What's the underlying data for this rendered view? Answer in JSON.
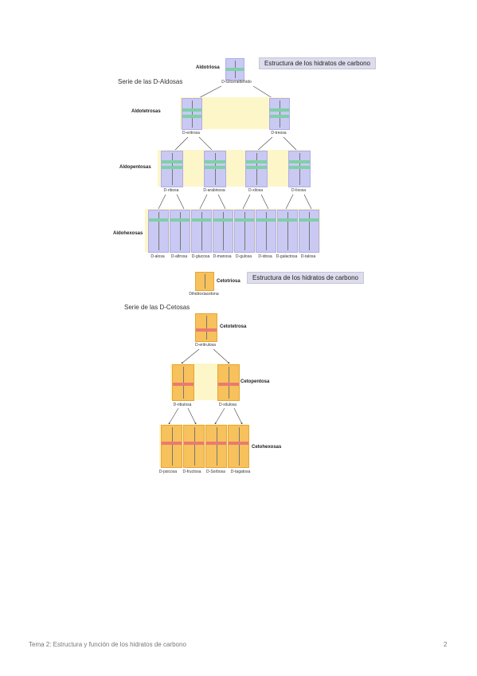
{
  "aldoses": {
    "header": "Estructura de los hidratos de carbono",
    "series_title": "Serie de las D-Aldosas",
    "rows": {
      "triose": "Aldotriosa",
      "tetrose": "Aldotetrosas",
      "pentose": "Aldopentosas",
      "hexose": "Aldohexosas"
    },
    "names": {
      "triose": [
        "D-Gliceraldehído"
      ],
      "tetrose": [
        "D-eritrosa",
        "D-treosa"
      ],
      "pentose": [
        "D-ribosa",
        "D-arabinosa",
        "D-xilosa",
        "D-lixosa"
      ],
      "hexose": [
        "D-alosa",
        "D-altrosa",
        "D-glucosa",
        "D-manosa",
        "D-gulosa",
        "D-idosa",
        "D-galactosa",
        "D-talosa"
      ]
    }
  },
  "ketoses": {
    "header": "Estructura de los hidratos de carbono",
    "series_title": "Serie de las D-Cetosas",
    "rows": {
      "triose": "Cetotriosa",
      "tetrose": "Cetotetrosa",
      "pentose": "Cetopentosa",
      "hexose": "Cetohexosas"
    },
    "names": {
      "triose": [
        "Dihidroxiacetona"
      ],
      "tetrose": [
        "D-eritrulosa"
      ],
      "pentose": [
        "D-ribulosa",
        "D-xilulosa"
      ],
      "hexose": [
        "D-psicosa",
        "D-fructosa",
        "D-Sorbosa",
        "D-tagatosa"
      ]
    }
  },
  "footer": {
    "text": "Tema 2: Estructura y función de los hidratos de carbono",
    "page": "2"
  },
  "colors": {
    "aldose_card": "#c9c9f3",
    "ketose_card": "#f7c15c",
    "band": "#fdf6c9",
    "aldose_highlight": "#7fd0a6",
    "ketose_highlight": "#ea7a72"
  }
}
